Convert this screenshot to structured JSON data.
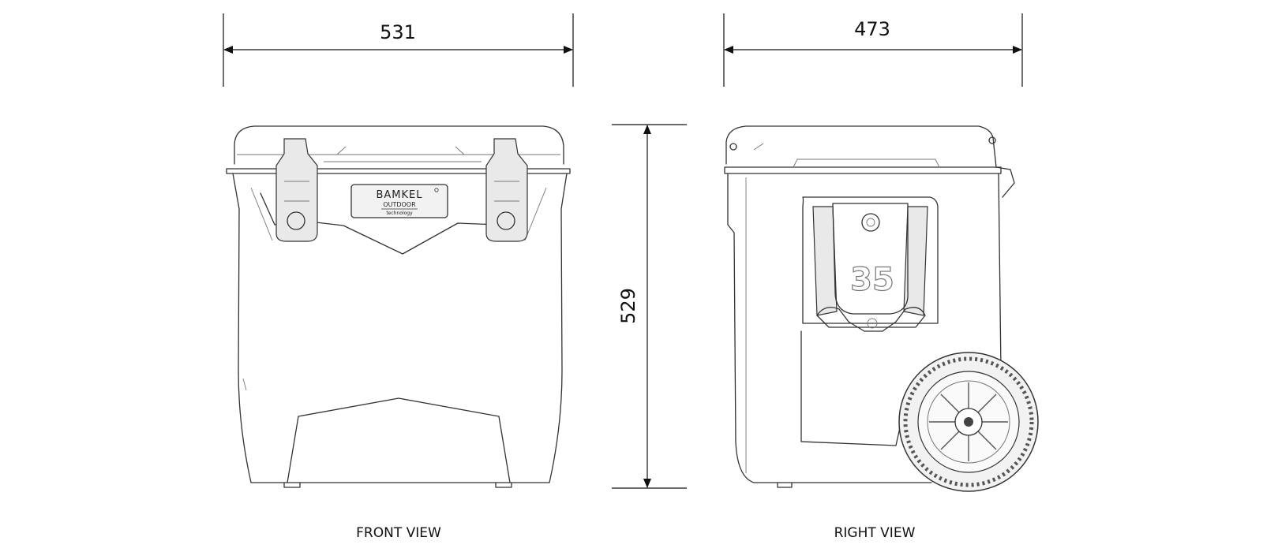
{
  "dimensions": {
    "front_width": "531",
    "side_width": "473",
    "height": "529"
  },
  "labels": {
    "front_view": "FRONT VIEW",
    "right_view": "RIGHT VIEW"
  },
  "badge": {
    "brand": "BAMKEL",
    "line1": "OUTDOOR",
    "line2": "technology"
  },
  "capacity_mark": "35"
}
